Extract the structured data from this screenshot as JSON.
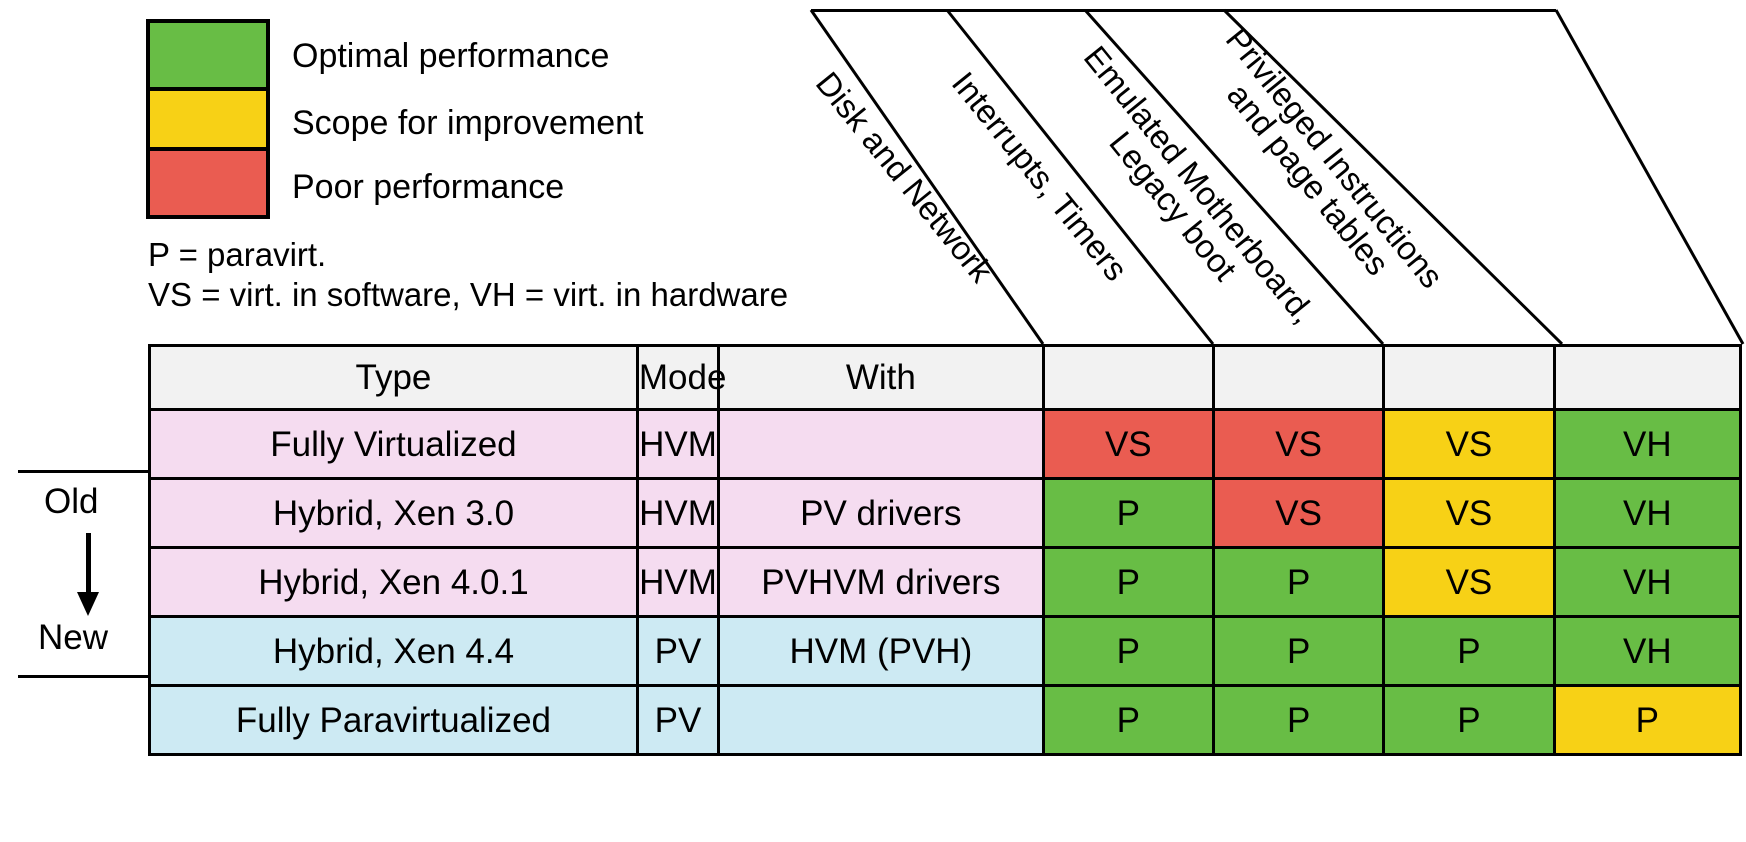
{
  "legend": {
    "items": [
      {
        "color": "#68bd45",
        "label": "Optimal performance",
        "name": "optimal-performance"
      },
      {
        "color": "#f7d116",
        "label": "Scope for improvement",
        "name": "scope-for-improvement"
      },
      {
        "color": "#ea5c51",
        "label": "Poor performance",
        "name": "poor-performance"
      }
    ]
  },
  "notes": [
    "P = paravirt.",
    "VS = virt. in software, VH = virt. in hardware"
  ],
  "timeline": {
    "old_label": "Old",
    "new_label": "New"
  },
  "diagonal_headers": [
    {
      "line1": "Disk and Network",
      "line2": ""
    },
    {
      "line1": "Interrupts, Timers",
      "line2": ""
    },
    {
      "line1": "Emulated Motherboard,",
      "line2": "Legacy boot"
    },
    {
      "line1": "Privileged Instructions",
      "line2": "and page tables"
    }
  ],
  "table": {
    "headers": [
      "Type",
      "Mode",
      "With",
      "",
      "",
      "",
      ""
    ],
    "rows": [
      {
        "band": "pink",
        "type": "Fully Virtualized",
        "mode": "HVM",
        "with": "",
        "marks": [
          {
            "text": "VS",
            "status": "r"
          },
          {
            "text": "VS",
            "status": "r"
          },
          {
            "text": "VS",
            "status": "y"
          },
          {
            "text": "VH",
            "status": "g"
          }
        ]
      },
      {
        "band": "pink",
        "type": "Hybrid, Xen 3.0",
        "mode": "HVM",
        "with": "PV drivers",
        "marks": [
          {
            "text": "P",
            "status": "g"
          },
          {
            "text": "VS",
            "status": "r"
          },
          {
            "text": "VS",
            "status": "y"
          },
          {
            "text": "VH",
            "status": "g"
          }
        ]
      },
      {
        "band": "pink",
        "type": "Hybrid, Xen 4.0.1",
        "mode": "HVM",
        "with": "PVHVM drivers",
        "marks": [
          {
            "text": "P",
            "status": "g"
          },
          {
            "text": "P",
            "status": "g"
          },
          {
            "text": "VS",
            "status": "y"
          },
          {
            "text": "VH",
            "status": "g"
          }
        ]
      },
      {
        "band": "blue",
        "type": "Hybrid, Xen 4.4",
        "mode": "PV",
        "with": "HVM (PVH)",
        "marks": [
          {
            "text": "P",
            "status": "g"
          },
          {
            "text": "P",
            "status": "g"
          },
          {
            "text": "P",
            "status": "g"
          },
          {
            "text": "VH",
            "status": "g"
          }
        ]
      },
      {
        "band": "blue",
        "type": "Fully Paravirtualized",
        "mode": "PV",
        "with": "",
        "marks": [
          {
            "text": "P",
            "status": "g"
          },
          {
            "text": "P",
            "status": "g"
          },
          {
            "text": "P",
            "status": "g"
          },
          {
            "text": "P",
            "status": "y"
          }
        ]
      }
    ]
  },
  "colors": {
    "green": "#68bd45",
    "yellow": "#f7d116",
    "red": "#ea5c51",
    "pink_band": "#f5dcf0",
    "blue_band": "#cdeaf3",
    "header_gray": "#f2f2f2"
  }
}
